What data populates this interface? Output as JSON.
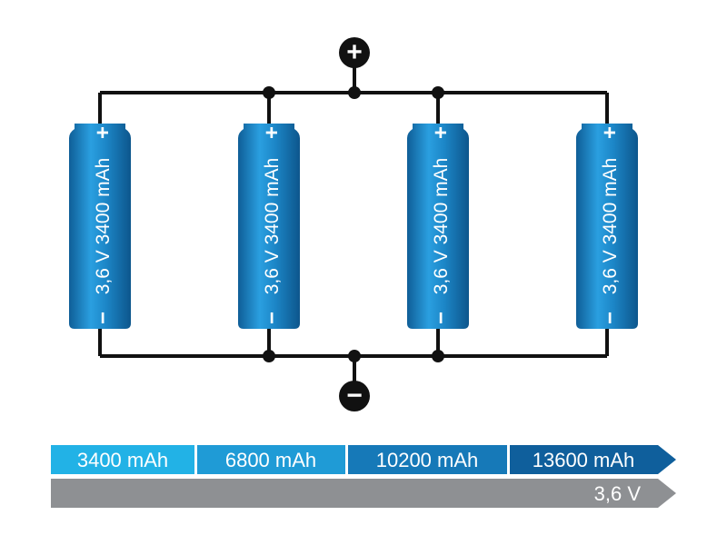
{
  "terminals": {
    "positive_symbol": "+",
    "negative_symbol": "−"
  },
  "cells": [
    {
      "label": "3,6 V  3400 mAh",
      "plus": "+",
      "minus": "−"
    },
    {
      "label": "3,6 V  3400 mAh",
      "plus": "+",
      "minus": "−"
    },
    {
      "label": "3,6 V  3400 mAh",
      "plus": "+",
      "minus": "−"
    },
    {
      "label": "3,6 V  3400 mAh",
      "plus": "+",
      "minus": "−"
    }
  ],
  "capacity_steps": [
    "3400 mAh",
    "6800 mAh",
    "10200 mAh",
    "13600 mAh"
  ],
  "voltage_label": "3,6 V",
  "colors": {
    "wire": "#111111",
    "cell_blue": "#1e88c8",
    "bar_light": "#22b2e6",
    "bar_mid": "#1f9bd6",
    "bar_dark": "#1679b8",
    "bar_darker": "#0f5f9c",
    "voltage_grey": "#8e9093"
  }
}
